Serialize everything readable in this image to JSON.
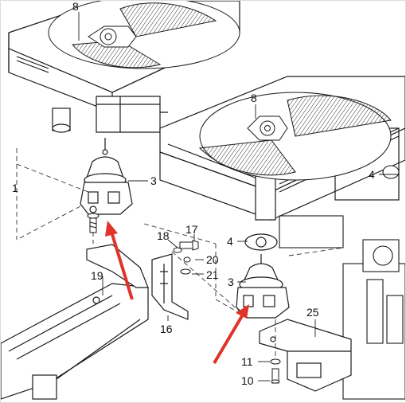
{
  "callouts": [
    {
      "id": "c8a",
      "text": "8"
    },
    {
      "id": "c8b",
      "text": "8"
    },
    {
      "id": "c1",
      "text": "1"
    },
    {
      "id": "c3a",
      "text": "3"
    },
    {
      "id": "c4a",
      "text": "4"
    },
    {
      "id": "c18",
      "text": "18"
    },
    {
      "id": "c17",
      "text": "17"
    },
    {
      "id": "c4b",
      "text": "4"
    },
    {
      "id": "c20",
      "text": "20"
    },
    {
      "id": "c21",
      "text": "21"
    },
    {
      "id": "c3b",
      "text": "3"
    },
    {
      "id": "c19",
      "text": "19"
    },
    {
      "id": "c16",
      "text": "16"
    },
    {
      "id": "c25",
      "text": "25"
    },
    {
      "id": "c11",
      "text": "11"
    },
    {
      "id": "c10",
      "text": "10"
    }
  ],
  "colors": {
    "line": "#1a1a1a",
    "arrow": "#e0342a",
    "dashed": "#333333"
  }
}
